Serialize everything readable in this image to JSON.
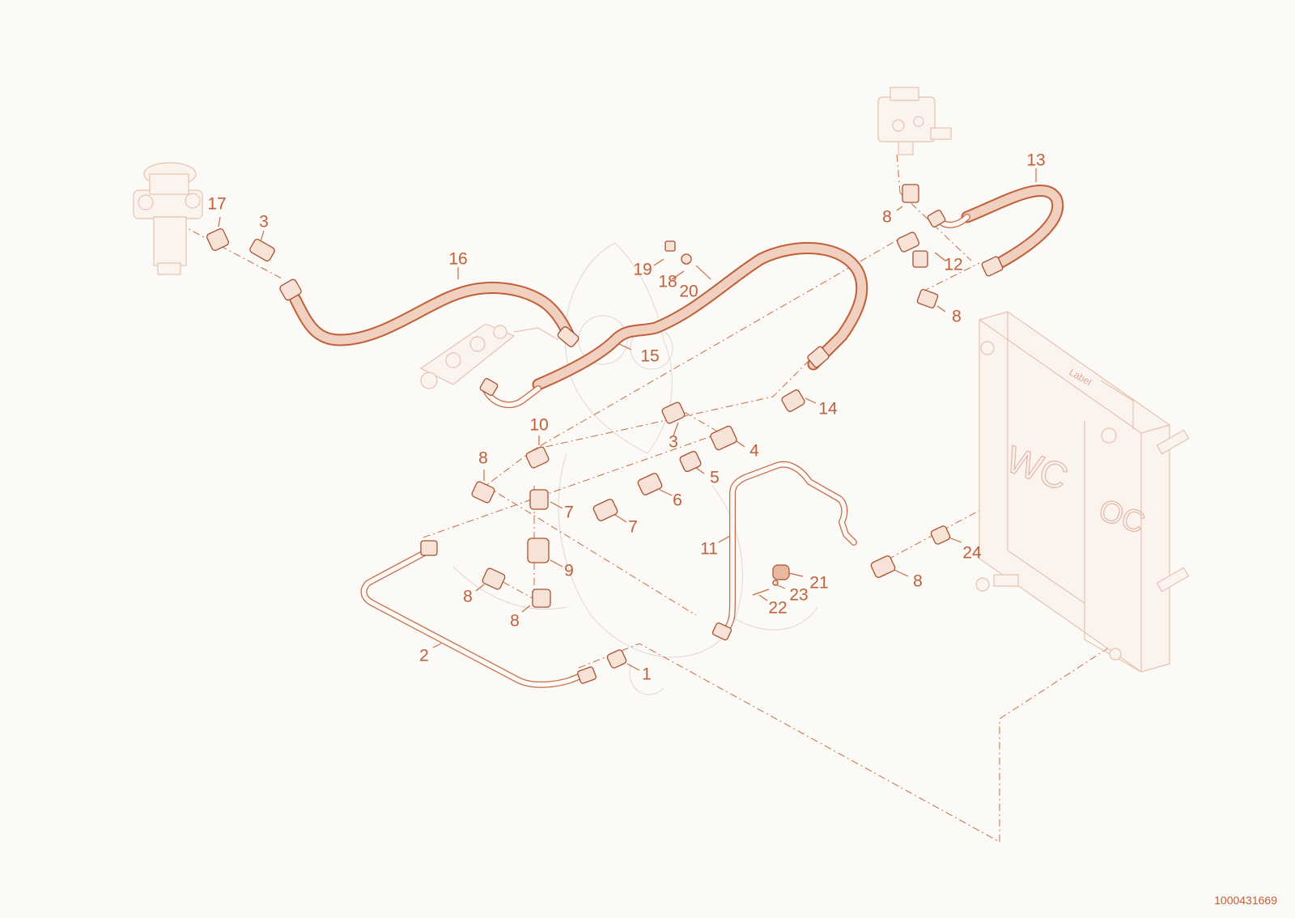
{
  "diagram": {
    "document_id": "1000431669",
    "callouts": [
      {
        "key": "c17",
        "label": "17"
      },
      {
        "key": "c3a",
        "label": "3"
      },
      {
        "key": "c16",
        "label": "16"
      },
      {
        "key": "c15",
        "label": "15"
      },
      {
        "key": "c19",
        "label": "19"
      },
      {
        "key": "c18",
        "label": "18"
      },
      {
        "key": "c20",
        "label": "20"
      },
      {
        "key": "c13",
        "label": "13"
      },
      {
        "key": "c8a",
        "label": "8"
      },
      {
        "key": "c12",
        "label": "12"
      },
      {
        "key": "c8b",
        "label": "8"
      },
      {
        "key": "c14",
        "label": "14"
      },
      {
        "key": "c10",
        "label": "10"
      },
      {
        "key": "c3b",
        "label": "3"
      },
      {
        "key": "c4",
        "label": "4"
      },
      {
        "key": "c8c",
        "label": "8"
      },
      {
        "key": "c5",
        "label": "5"
      },
      {
        "key": "c6",
        "label": "6"
      },
      {
        "key": "c7a",
        "label": "7"
      },
      {
        "key": "c7b",
        "label": "7"
      },
      {
        "key": "c11",
        "label": "11"
      },
      {
        "key": "c9",
        "label": "9"
      },
      {
        "key": "c21",
        "label": "21"
      },
      {
        "key": "c23",
        "label": "23"
      },
      {
        "key": "c8d",
        "label": "8"
      },
      {
        "key": "c22",
        "label": "22"
      },
      {
        "key": "c8e",
        "label": "8"
      },
      {
        "key": "c24",
        "label": "24"
      },
      {
        "key": "c8f",
        "label": "8"
      },
      {
        "key": "c2",
        "label": "2"
      },
      {
        "key": "c1",
        "label": "1"
      }
    ],
    "cooler_marks": [
      "Label",
      "WC",
      "OC"
    ]
  }
}
